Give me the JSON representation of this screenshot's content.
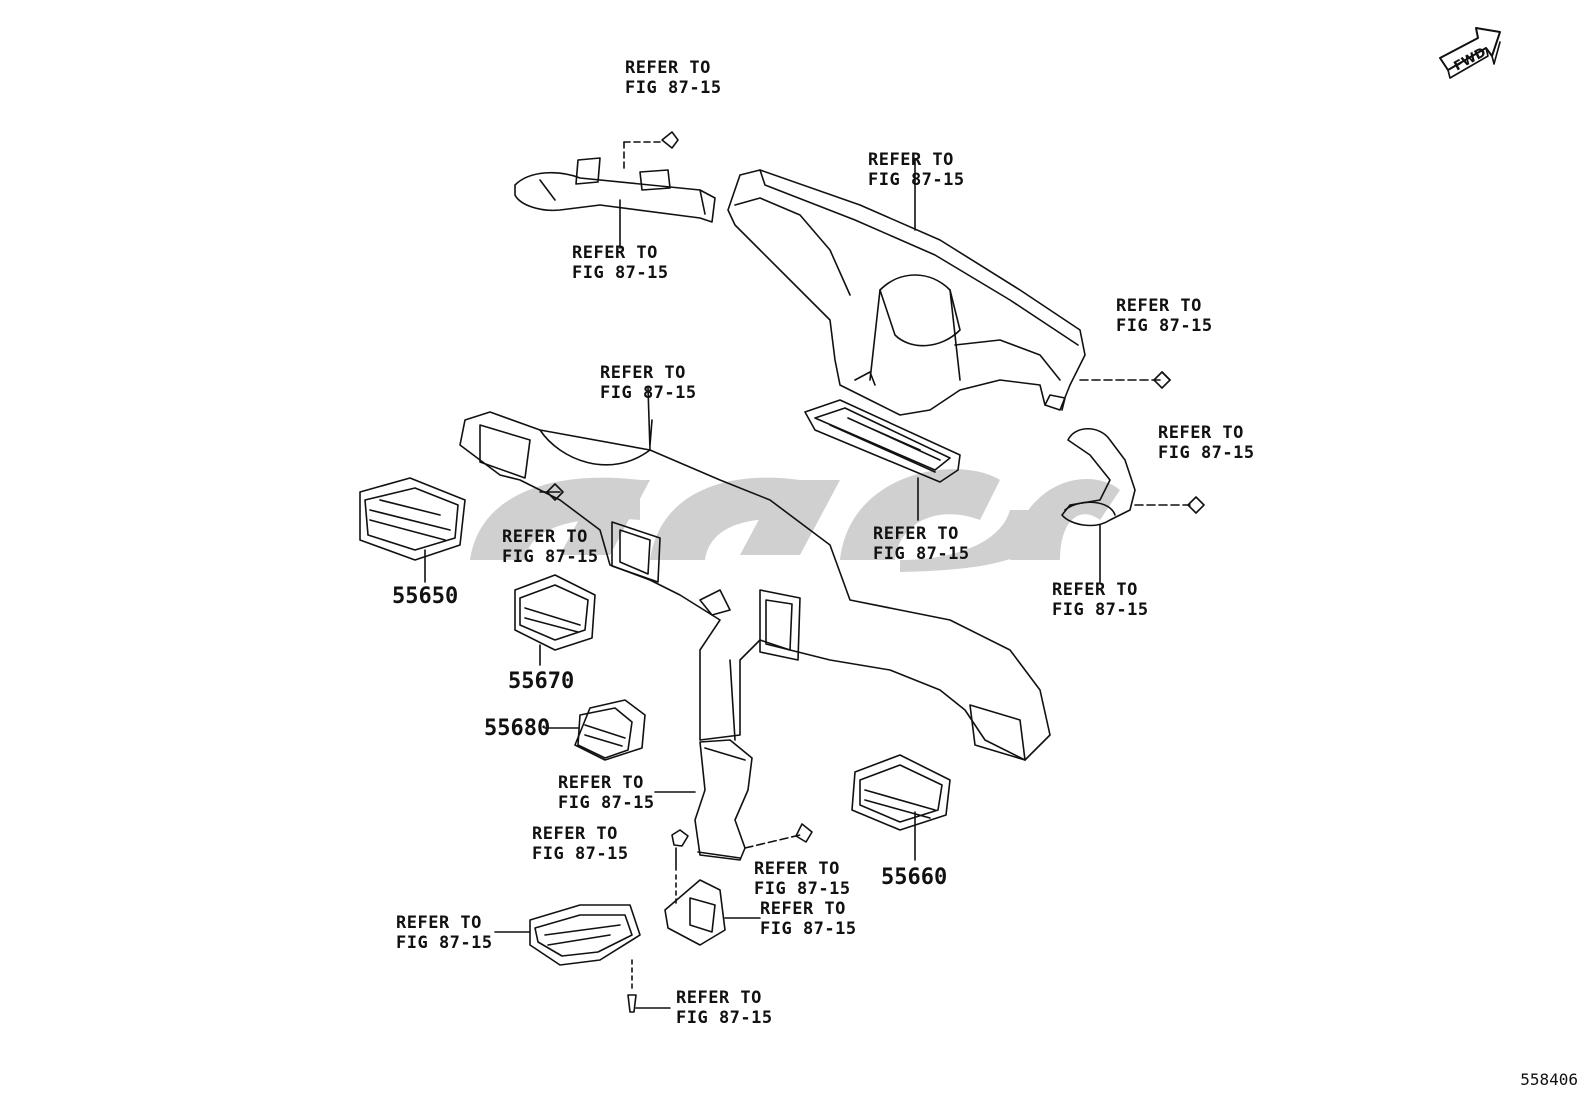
{
  "direction_marker": "FWD",
  "figure_id": "558406",
  "refer_line1": "REFER TO",
  "refer_line2": "FIG 87-15",
  "parts": [
    "55650",
    "55670",
    "55680",
    "55660"
  ],
  "colors": {
    "line": "#111111",
    "watermark": "#c8c8c8",
    "background": "#ffffff"
  }
}
